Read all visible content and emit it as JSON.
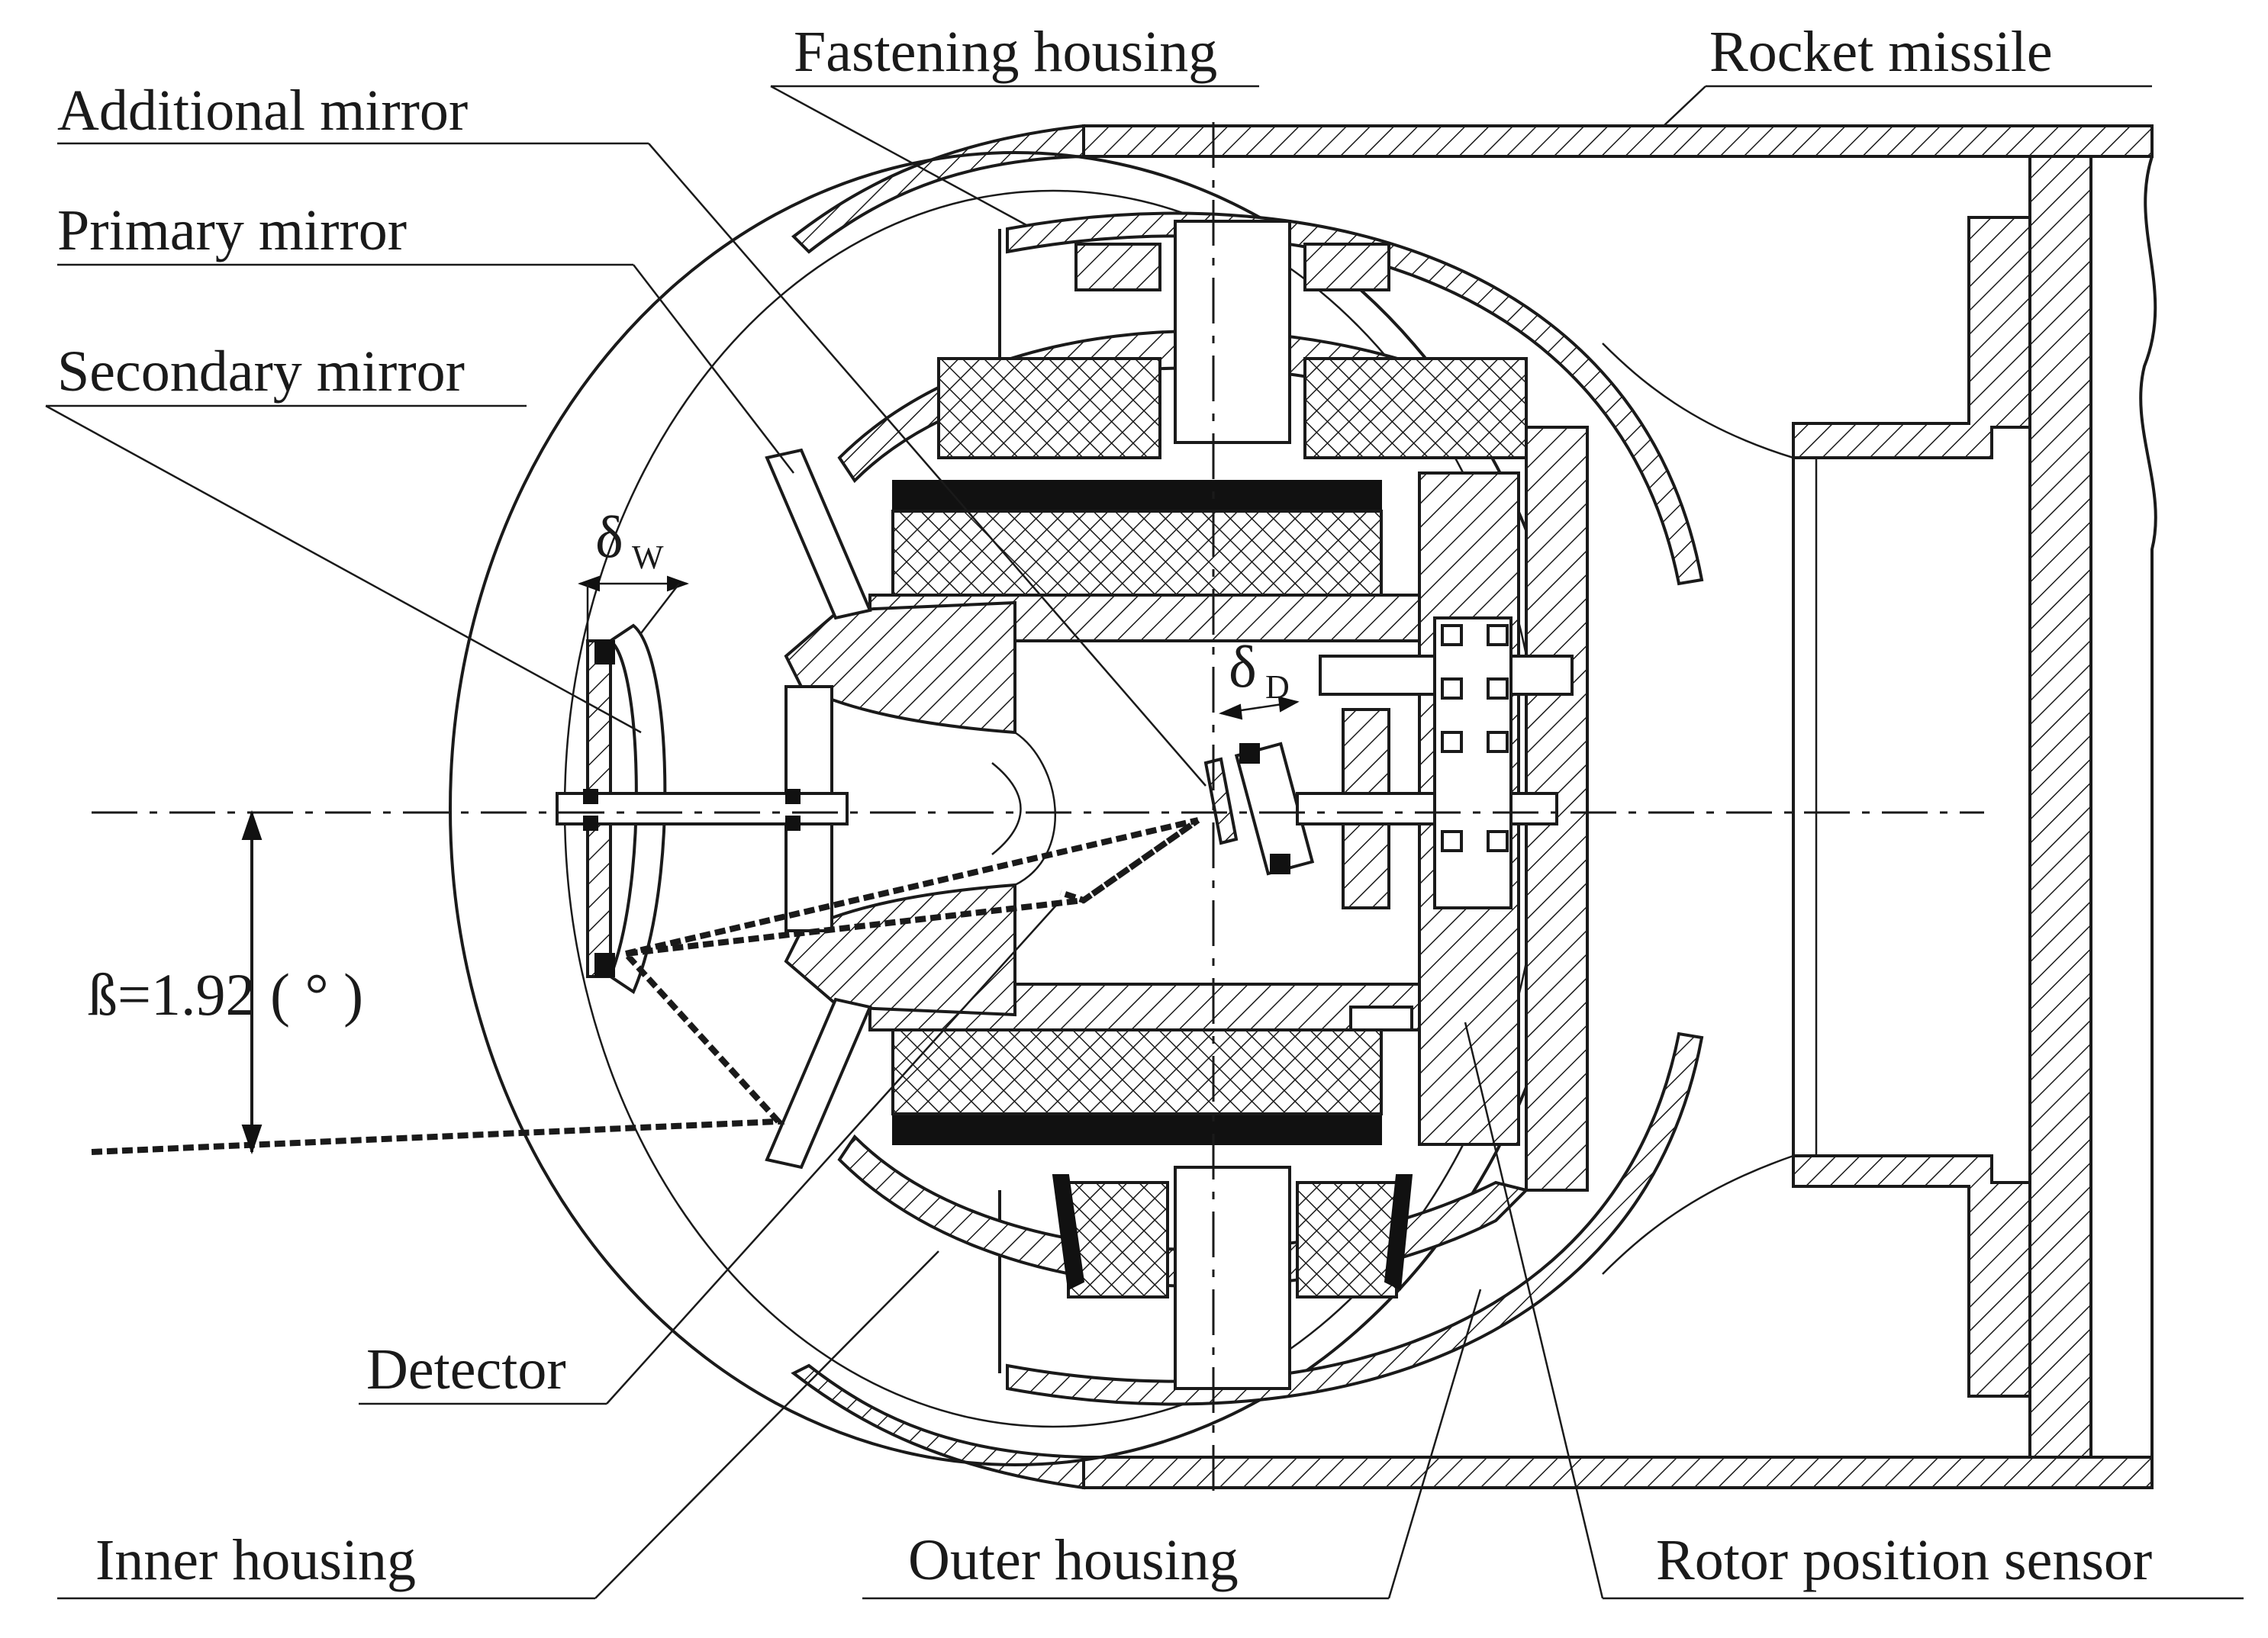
{
  "labels": {
    "fastening_housing": "Fastening housing",
    "rocket_missile": "Rocket missile",
    "additional_mirror": "Additional mirror",
    "primary_mirror": "Primary mirror",
    "secondary_mirror": "Secondary mirror",
    "detector": "Detector",
    "inner_housing": "Inner housing",
    "outer_housing": "Outer housing",
    "rotor_position_sensor": "Rotor position sensor"
  },
  "symbols": {
    "delta": "δ",
    "sub_w": "W",
    "sub_d": "D",
    "beta": "ß=1.92 ( ° )"
  }
}
